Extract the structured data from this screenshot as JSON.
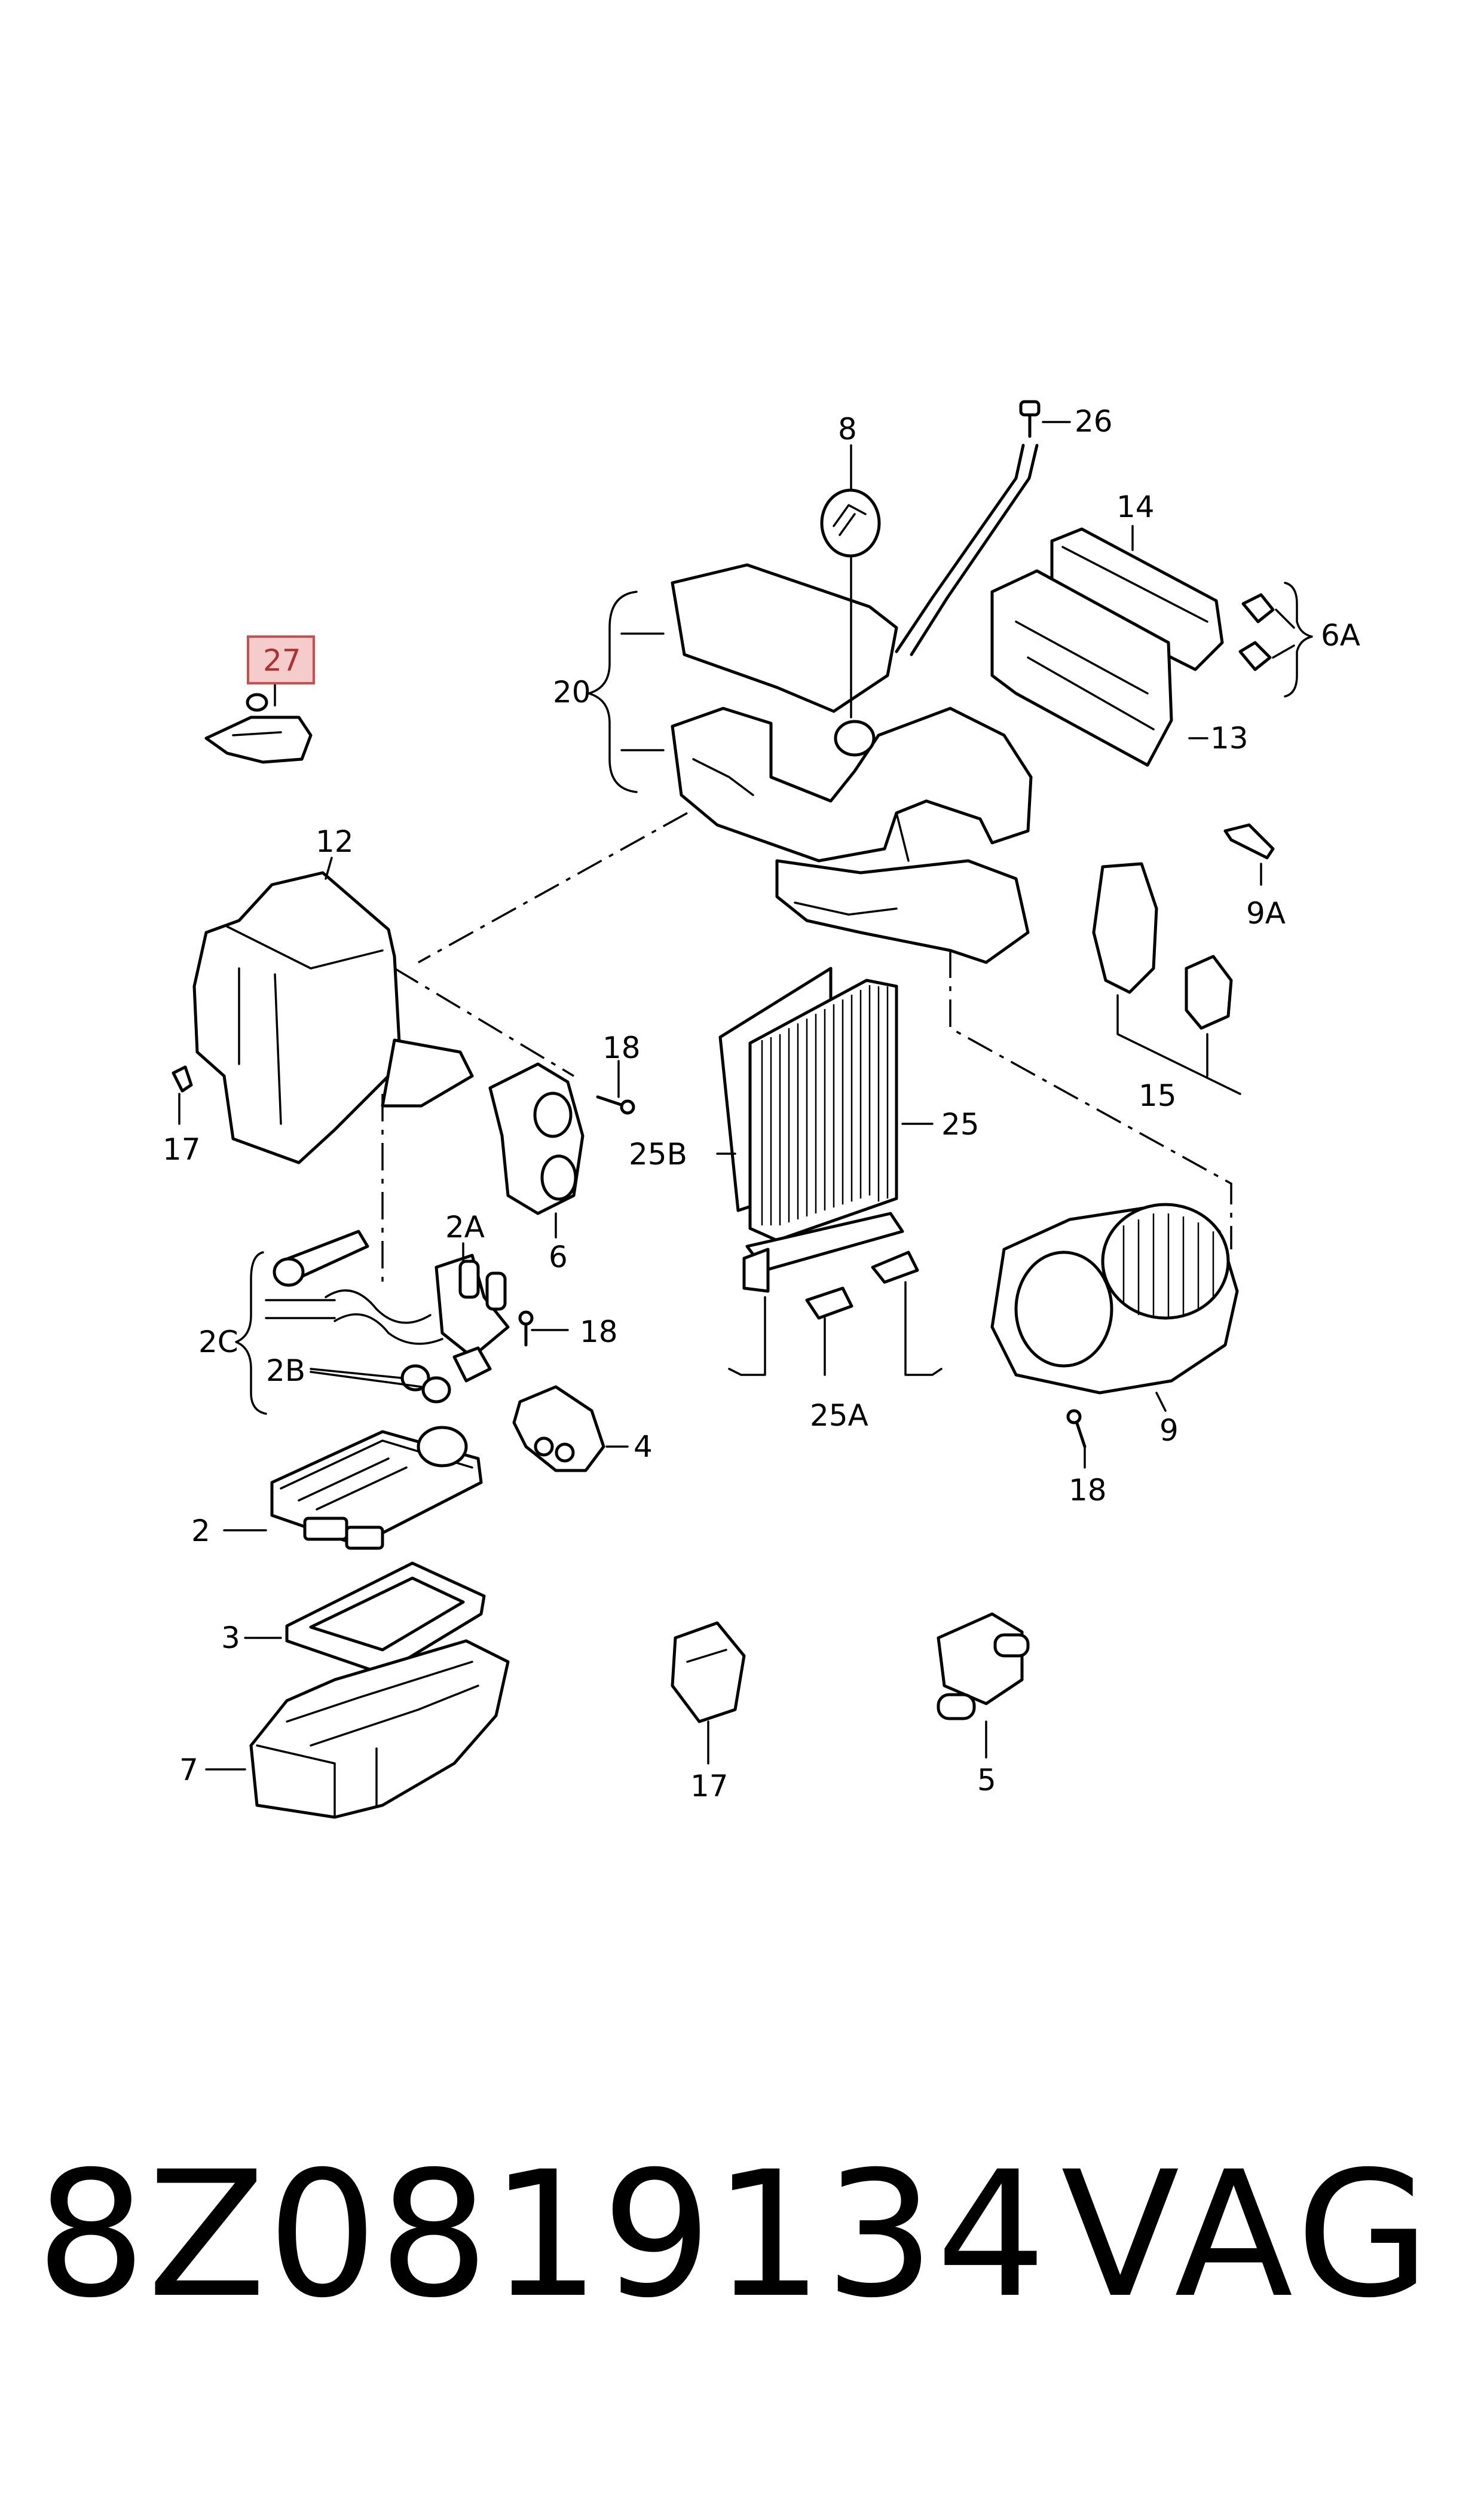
{
  "diagram": {
    "callouts": {
      "c8": "8",
      "c26": "26",
      "c14": "14",
      "c6A": "6A",
      "c20": "20",
      "c13": "13",
      "c27": "27",
      "c12": "12",
      "c9A": "9A",
      "c15": "15",
      "c18a": "18",
      "c17a": "17",
      "c25B": "25B",
      "c25": "25",
      "c6": "6",
      "c2A": "2A",
      "c18b": "18",
      "c2C": "2C",
      "c2B": "2B",
      "c4": "4",
      "c25A": "25A",
      "c9": "9",
      "c18c": "18",
      "c2": "2",
      "c3": "3",
      "c7": "7",
      "c17b": "17",
      "c5": "5"
    },
    "highlighted_part": "27",
    "highlight_color": "#f4cccc",
    "highlight_border": "#d24b4b"
  },
  "footer": {
    "part_number": "8Z0819134",
    "brand": "VAG"
  }
}
